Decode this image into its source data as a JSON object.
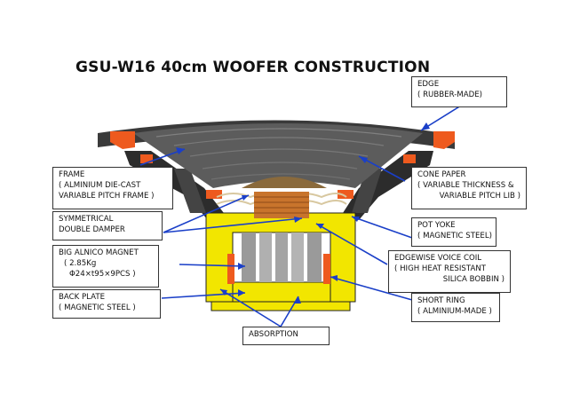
{
  "title": "GSU-W16  40cm WOOFER CONSTRUCTION",
  "labels": {
    "edge": [
      "EDGE",
      "( RUBBER-MADE)"
    ],
    "frame": [
      "FRAME",
      "( ALMINIUM DIE-CAST",
      "VARIABLE PITCH FRAME )"
    ],
    "cone": [
      "CONE PAPER",
      "( VARIABLE THICKNESS &",
      "VARIABLE PITCH LIB )"
    ],
    "damper": [
      "SYMMETRICAL",
      "DOUBLE DAMPER"
    ],
    "potyoke": [
      "POT YOKE",
      "( MAGNETIC STEEL)"
    ],
    "magnet": [
      "BIG ALNICO MAGNET",
      "( 2.85Kg",
      "Φ24×t95×9PCS )"
    ],
    "coil": [
      "EDGEWISE VOICE COIL",
      "( HIGH HEAT RESISTANT",
      "SILICA BOBBIN )"
    ],
    "backplate": [
      "BACK PLATE",
      "( MAGNETIC STEEL )"
    ],
    "shortring": [
      "SHORT RING",
      "( ALMINIUM-MADE )"
    ],
    "absorption": [
      "ABSORPTION"
    ]
  },
  "colors": {
    "yoke": "#f2e600",
    "orange": "#ee5a1e",
    "frame": "#3a3a3a",
    "cone": "#5c5c5c",
    "leader": "#1a3fc8",
    "coil": "#c8742c",
    "magnet": "#9a9a9a"
  }
}
